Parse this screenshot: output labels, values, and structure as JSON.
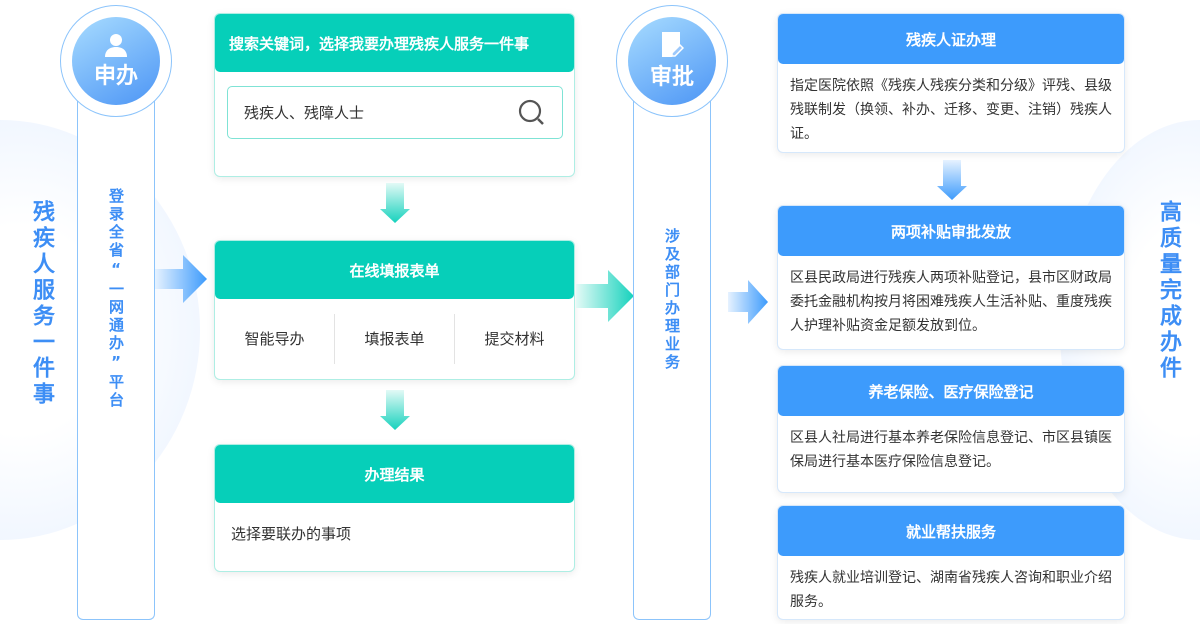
{
  "left_label": "残疾人服务一件事",
  "right_label": "高质量完成办件",
  "apply": {
    "title": "申办",
    "icon": "user-icon",
    "desc": "登录全省“一网通办”平台"
  },
  "approve": {
    "title": "审批",
    "icon": "document-edit-icon",
    "desc": "涉及部门办理业务"
  },
  "search_card": {
    "title": "搜索关键词，选择我要办理残疾人服务一件事",
    "input_value": "残疾人、残障人士",
    "icon": "search-icon"
  },
  "form_card": {
    "title": "在线填报表单",
    "tabs": [
      "智能导办",
      "填报表单",
      "提交材料"
    ]
  },
  "result_card": {
    "title": "办理结果",
    "text": "选择要联办的事项"
  },
  "services": [
    {
      "title": "残疾人证办理",
      "text": "指定医院依照《残疾人残疾分类和分级》评残、县级残联制发（换领、补办、迁移、变更、注销）残疾人证。"
    },
    {
      "title": "两项补贴审批发放",
      "text": "区县民政局进行残疾人两项补贴登记，县市区财政局委托金融机构按月将困难残疾人生活补贴、重度残疾人护理补贴资金足额发放到位。"
    },
    {
      "title": "养老保险、医疗保险登记",
      "text": "区县人社局进行基本养老保险信息登记、市区县镇医保局进行基本医疗保险信息登记。"
    },
    {
      "title": "就业帮扶服务",
      "text": "残疾人就业培训登记、湖南省残疾人咨询和职业介绍服务。"
    }
  ],
  "colors": {
    "teal": "#06cfb9",
    "blue": "#3d9bfc",
    "label_blue": "#3d8ef5"
  }
}
